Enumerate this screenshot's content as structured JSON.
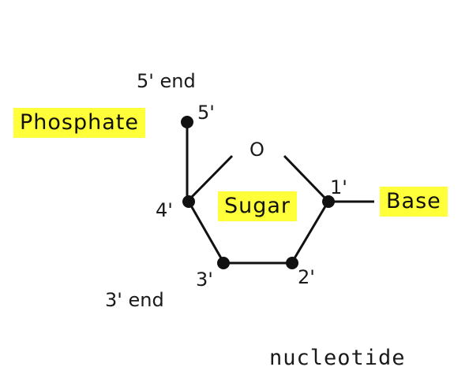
{
  "labels": {
    "five_prime_end": "5' end",
    "three_prime_end": "3' end",
    "phosphate": "Phosphate",
    "sugar": "Sugar",
    "base": "Base",
    "oxygen": "O",
    "c5": "5'",
    "c4": "4'",
    "c3": "3'",
    "c2": "2'",
    "c1": "1'",
    "caption": "nucleotide"
  },
  "colors": {
    "highlight": "#ffff3a",
    "ink": "#111111"
  }
}
